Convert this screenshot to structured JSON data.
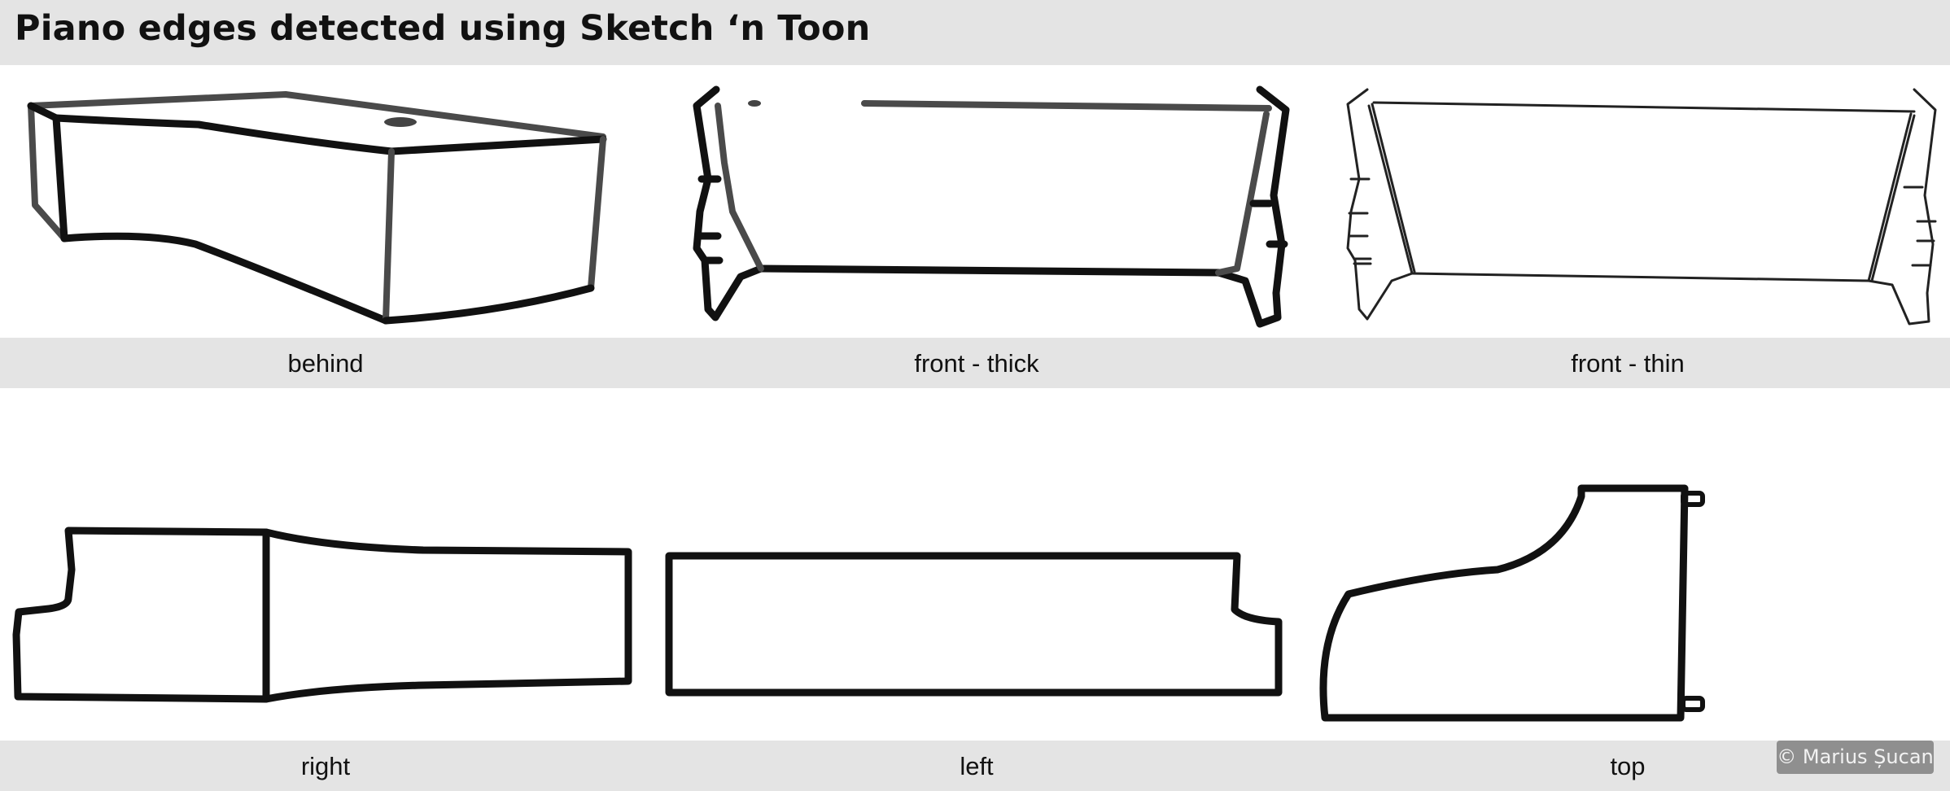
{
  "title": "Piano edges detected using Sketch ‘n Toon",
  "panels": [
    {
      "caption": "behind",
      "row": 1,
      "column": 1
    },
    {
      "caption": "front - thick",
      "row": 1,
      "column": 2
    },
    {
      "caption": "front - thin",
      "row": 1,
      "column": 3
    },
    {
      "caption": "right",
      "row": 2,
      "column": 1
    },
    {
      "caption": "left",
      "row": 2,
      "column": 2
    },
    {
      "caption": "top",
      "row": 2,
      "column": 3
    }
  ],
  "copyright": "© Marius Șucan",
  "colors": {
    "band_background": "#e4e4e4",
    "canvas_background": "#ffffff",
    "stroke": "#111111",
    "copyright_badge": "#8f8f8f"
  }
}
